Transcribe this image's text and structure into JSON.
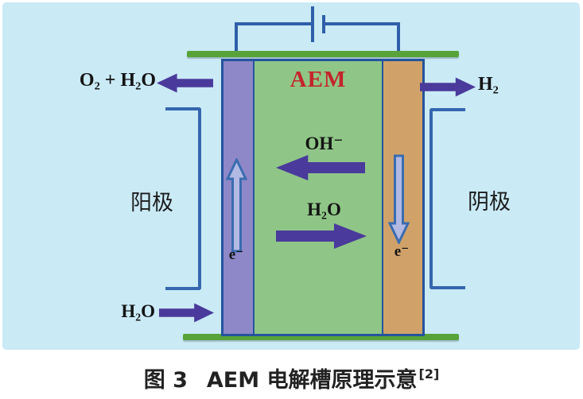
{
  "diagram": {
    "membrane_title": "AEM",
    "anode_label": "阳极",
    "cathode_label": "阴极",
    "oxygen_out_label": "O₂ + H₂O",
    "hydrogen_out_label": "H₂",
    "hydroxide_label": "OH⁻",
    "water_membrane_label": "H₂O",
    "water_in_label": "H₂O",
    "electron_left_label": "e⁻",
    "electron_right_label": "e⁻"
  },
  "caption": {
    "prefix": "图 3",
    "title": "AEM 电解槽原理示意",
    "reference": "[2]"
  },
  "colors": {
    "panel_background": "#CAEAF6",
    "plate_green": "#57A339",
    "membrane_green": "#8FC687",
    "anode_purple": "#8E88C8",
    "cathode_orange": "#D0A269",
    "cell_border_blue": "#24549E",
    "wire_blue": "#2F5FA9",
    "bracket_blue": "#3566AF",
    "arrow_indigo": "#4A3A9B",
    "electron_arrow_fill": "#B2B9E2",
    "electron_arrow_stroke": "#3A6CB0",
    "aem_red": "#C4242C"
  }
}
